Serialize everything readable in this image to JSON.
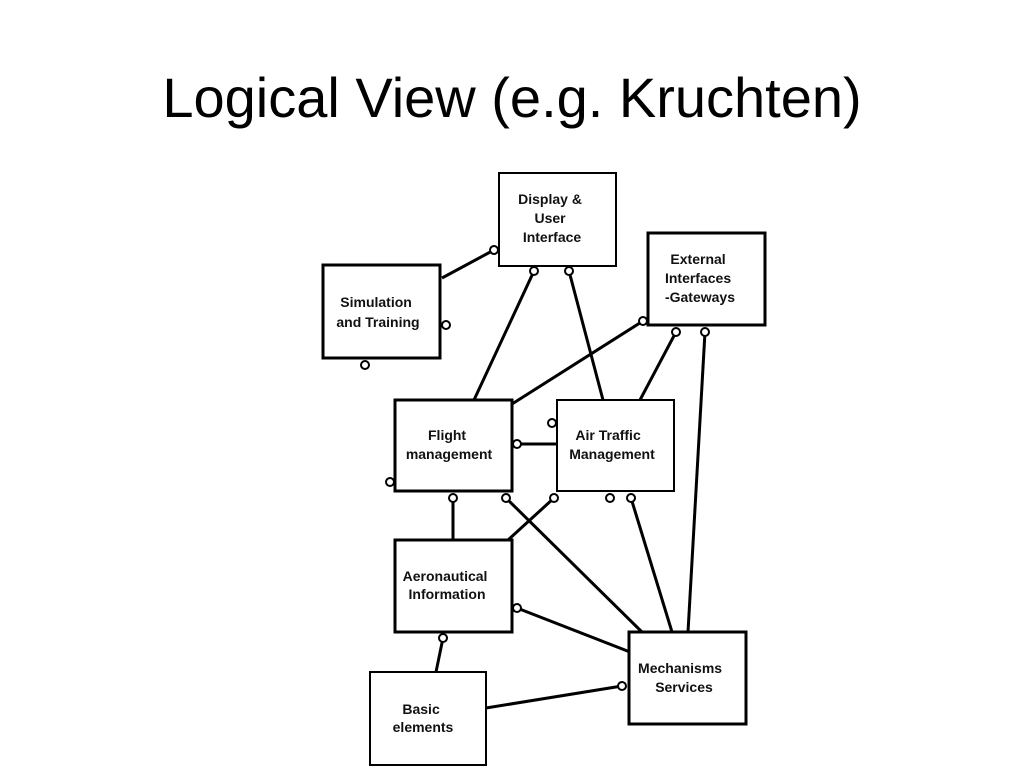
{
  "slide": {
    "title": "Logical View (e.g. Kruchten)"
  },
  "diagram": {
    "modules": {
      "display": {
        "lines": [
          "Display &",
          "User",
          "Interface"
        ]
      },
      "simulation": {
        "lines": [
          "Simulation",
          "and Training"
        ]
      },
      "external": {
        "lines": [
          "External",
          "Interfaces",
          "-Gateways"
        ]
      },
      "flight": {
        "lines": [
          "Flight",
          "management"
        ]
      },
      "atm": {
        "lines": [
          "Air Traffic",
          "Management"
        ]
      },
      "aero": {
        "lines": [
          "Aeronautical",
          "Information"
        ]
      },
      "mechanisms": {
        "lines": [
          "Mechanisms",
          "Services"
        ]
      },
      "basic": {
        "lines": [
          "Basic",
          "elements"
        ]
      }
    },
    "relations": [
      [
        "simulation",
        "display"
      ],
      [
        "flight",
        "display"
      ],
      [
        "atm",
        "display"
      ],
      [
        "flight",
        "external"
      ],
      [
        "atm",
        "external"
      ],
      [
        "mechanisms",
        "external"
      ],
      [
        "flight",
        "atm"
      ],
      [
        "aero",
        "flight"
      ],
      [
        "aero",
        "atm"
      ],
      [
        "mechanisms",
        "flight"
      ],
      [
        "mechanisms",
        "atm"
      ],
      [
        "mechanisms",
        "aero"
      ],
      [
        "basic",
        "aero"
      ],
      [
        "basic",
        "mechanisms"
      ]
    ],
    "colors": {
      "line": "#000000",
      "box_fill": "#ffffff",
      "text": "#111111"
    }
  }
}
